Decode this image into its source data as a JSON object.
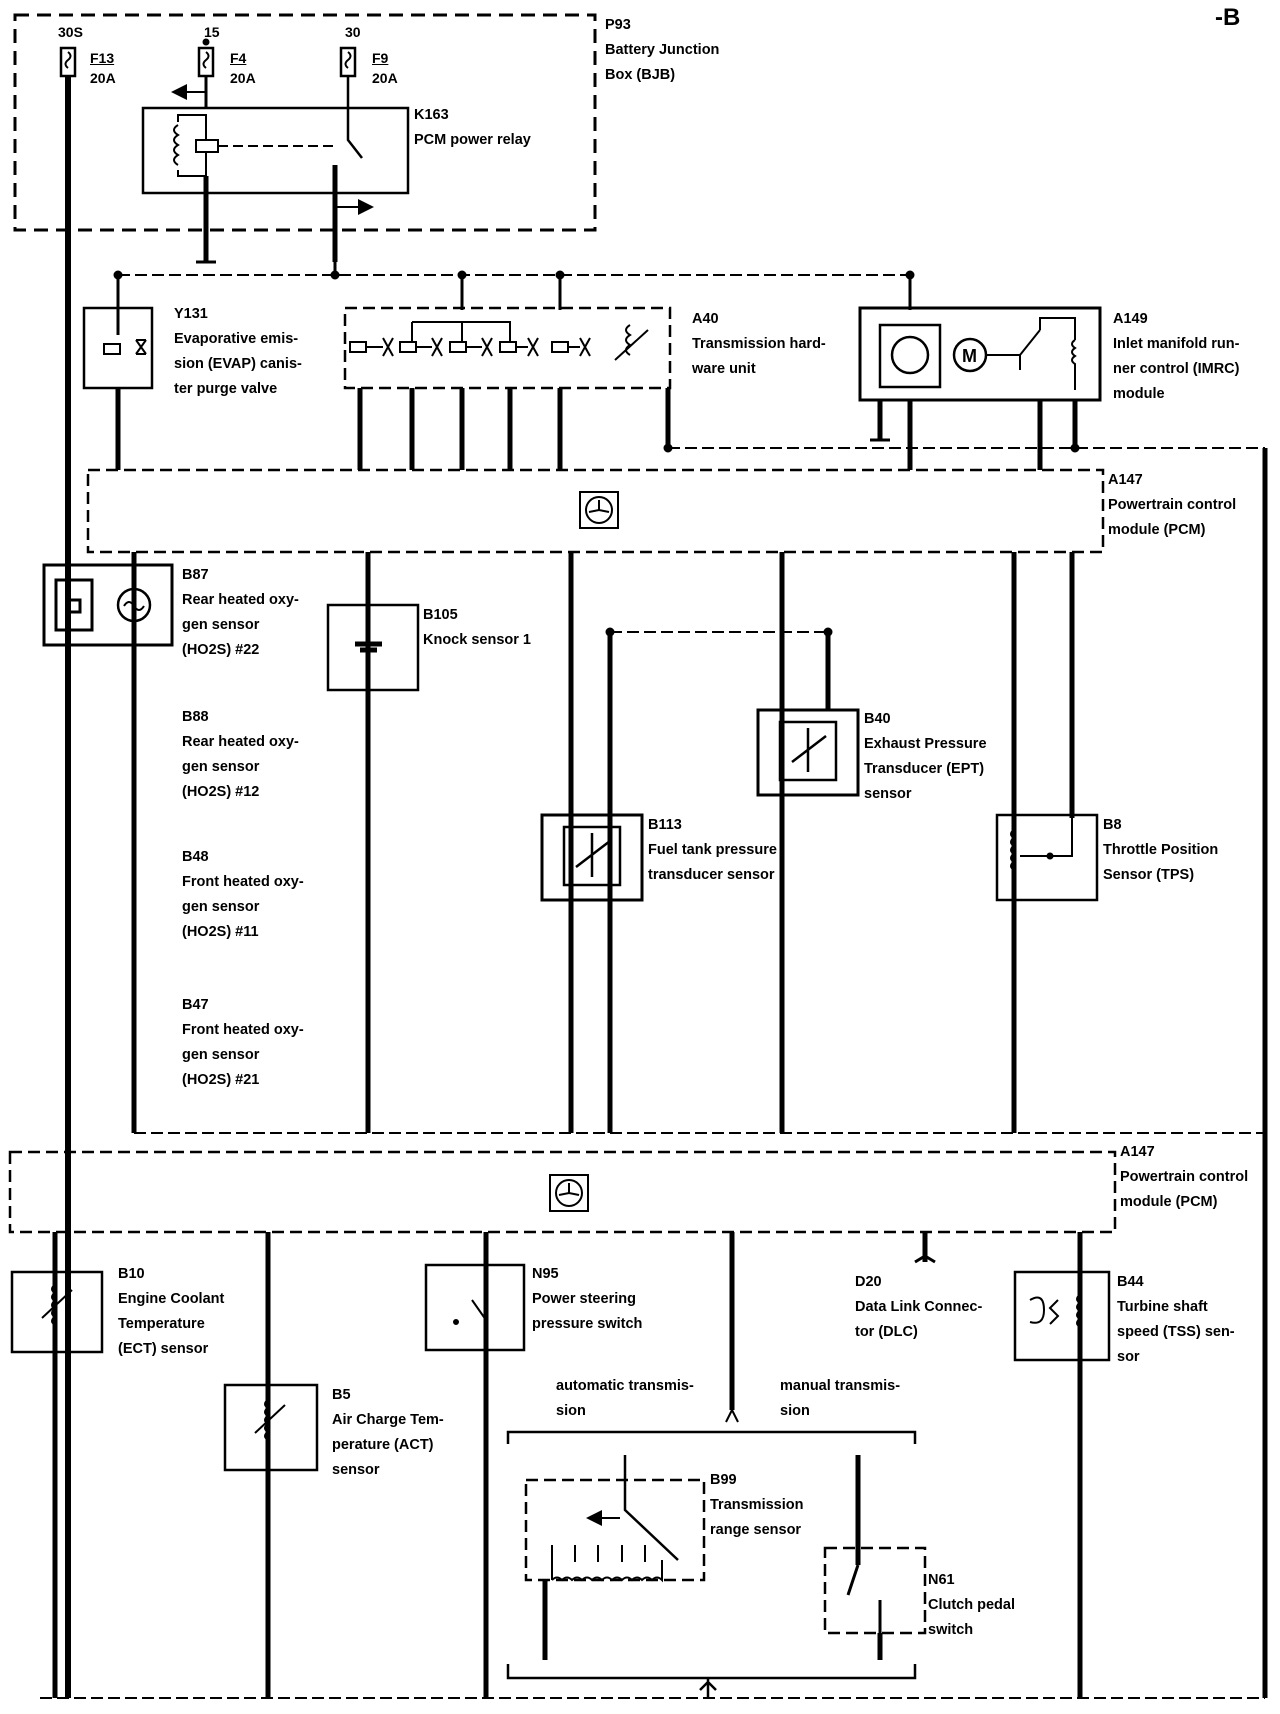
{
  "page_marker": "-B",
  "components": {
    "p93": {
      "code": "P93",
      "name": "Battery Junction\nBox (BJB)"
    },
    "k163": {
      "code": "K163",
      "name": "PCM power relay"
    },
    "y131": {
      "code": "Y131",
      "name": "Evaporative emis-\nsion (EVAP) canis-\nter purge valve"
    },
    "a40": {
      "code": "A40",
      "name": "Transmission hard-\nware unit"
    },
    "a149": {
      "code": "A149",
      "name": "Inlet manifold run-\nner control (IMRC)\nmodule"
    },
    "a147_top": {
      "code": "A147",
      "name": "Powertrain control\nmodule (PCM)"
    },
    "b87": {
      "code": "B87",
      "name": "Rear heated oxy-\ngen sensor\n(HO2S) #22"
    },
    "b105": {
      "code": "B105",
      "name": "Knock sensor 1"
    },
    "b88": {
      "code": "B88",
      "name": "Rear heated oxy-\ngen sensor\n(HO2S) #12"
    },
    "b48": {
      "code": "B48",
      "name": "Front heated oxy-\ngen sensor\n(HO2S) #11"
    },
    "b47": {
      "code": "B47",
      "name": "Front heated oxy-\ngen sensor\n(HO2S) #21"
    },
    "b40": {
      "code": "B40",
      "name": "Exhaust Pressure\nTransducer (EPT)\nsensor"
    },
    "b113": {
      "code": "B113",
      "name": "Fuel tank pressure\ntransducer sensor"
    },
    "b8": {
      "code": "B8",
      "name": "Throttle Position\nSensor (TPS)"
    },
    "a147_bottom": {
      "code": "A147",
      "name": "Powertrain control\nmodule (PCM)"
    },
    "b10": {
      "code": "B10",
      "name": "Engine Coolant\nTemperature\n(ECT) sensor"
    },
    "n95": {
      "code": "N95",
      "name": "Power steering\npressure switch"
    },
    "d20": {
      "code": "D20",
      "name": "Data Link Connec-\ntor (DLC)"
    },
    "b44": {
      "code": "B44",
      "name": "Turbine shaft\nspeed (TSS) sen-\nsor"
    },
    "b5": {
      "code": "B5",
      "name": "Air Charge Tem-\nperature (ACT)\nsensor"
    },
    "b99": {
      "code": "B99",
      "name": "Transmission\nrange sensor"
    },
    "n61": {
      "code": "N61",
      "name": "Clutch pedal\nswitch"
    }
  },
  "fuses": [
    {
      "terminal": "30S",
      "code": "F13",
      "rating": "20A"
    },
    {
      "terminal": "15",
      "code": "F4",
      "rating": "20A"
    },
    {
      "terminal": "30",
      "code": "F9",
      "rating": "20A"
    }
  ],
  "transmission_options": {
    "automatic": "automatic transmis-\nsion",
    "manual": "manual transmis-\nsion"
  }
}
